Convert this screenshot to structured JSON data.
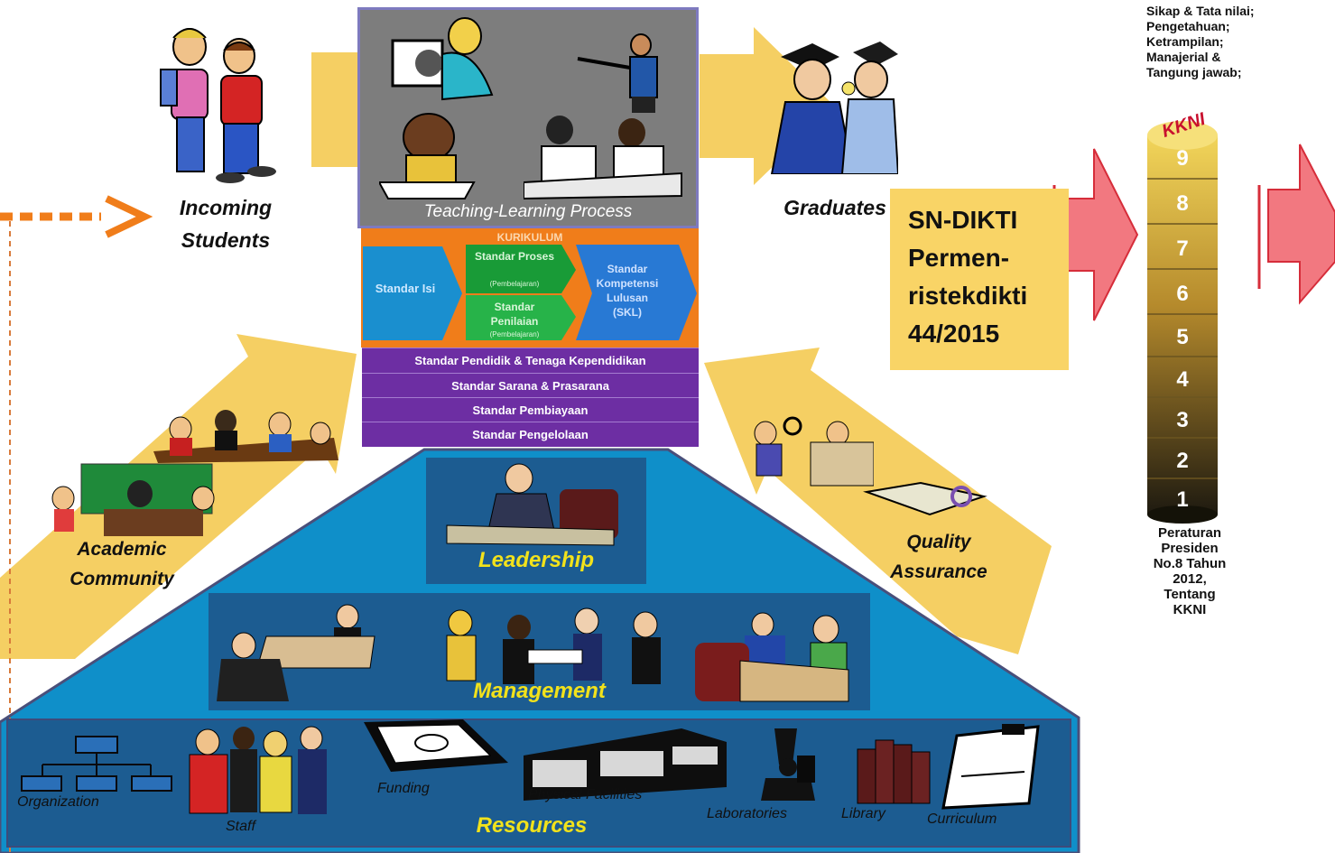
{
  "labels": {
    "incoming": "Incoming Students",
    "teaching": "Teaching-Learning Process",
    "graduates": "Graduates",
    "academic": "Academic Community",
    "quality": "Quality Assurance",
    "leadership": "Leadership",
    "management": "Management",
    "resources": "Resources"
  },
  "resources_items": [
    "Organization",
    "Staff",
    "Funding",
    "Physical Facilities",
    "Laboratories",
    "Library",
    "Curriculum"
  ],
  "kurikulum": {
    "title": "KURIKULUM",
    "isi": "Standar Isi",
    "proses": "Standar Proses",
    "proses_sub": "(Pembelajaran)",
    "penilaian": "Standar Penilaian",
    "penilaian_sub": "(Pembelajaran)",
    "skl": "Standar Kompetensi Lulusan (SKL)"
  },
  "standards": [
    "Standar Pendidik & Tenaga Kependidikan",
    "Standar Sarana & Prasarana",
    "Standar Pembiayaan",
    "Standar Pengelolaan"
  ],
  "sndikti": [
    "SN-DIKTI",
    "Permen-",
    "ristekdikti",
    "44/2015"
  ],
  "kkni": {
    "competencies": [
      "Sikap & Tata nilai;",
      "Pengetahuan;",
      "Ketrampilan;",
      "Manajerial &",
      "Tangung jawab;"
    ],
    "logo": "KKNI",
    "levels": [
      "9",
      "8",
      "7",
      "6",
      "5",
      "4",
      "3",
      "2",
      "1"
    ],
    "regulation": [
      "Peraturan",
      "Presiden",
      "No.8 Tahun",
      "2012,",
      "Tentang",
      "KKNI"
    ]
  },
  "colors": {
    "arrow_yellow": "#f5cf63",
    "pyramid_blue": "#0f8fc9",
    "box_blue": "#1c5c91",
    "process_gray": "#7d7d7d",
    "purple": "#6d2ea3",
    "orange": "#f07d1a",
    "red_arrow": "#f27880",
    "sn_box": "#f9d466",
    "yellow_text": "#f2e21b"
  }
}
